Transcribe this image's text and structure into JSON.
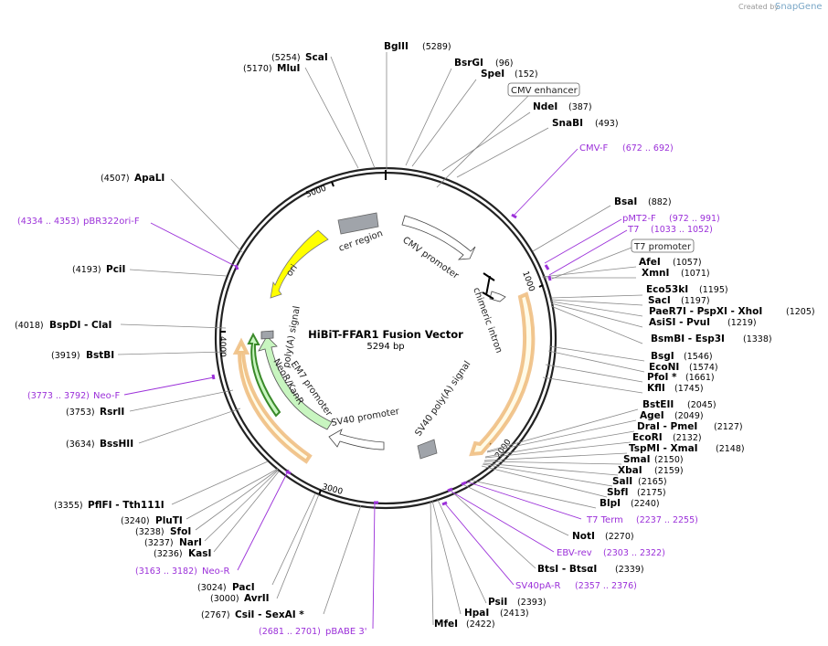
{
  "watermark": {
    "prefix": "Created by",
    "brand": "SnapGene"
  },
  "map": {
    "title": "HiBiT-FFAR1 Fusion Vector",
    "size": "5294 bp"
  },
  "ticks": [
    {
      "label": "1000"
    },
    {
      "label": "2000"
    },
    {
      "label": "3000"
    },
    {
      "label": "4000"
    },
    {
      "label": "5000"
    }
  ],
  "features": [
    {
      "label": "cer region"
    },
    {
      "label": "CMV promoter"
    },
    {
      "label": "chimeric intron"
    },
    {
      "label": "SV40 poly(A) signal"
    },
    {
      "label": "SV40 promoter"
    },
    {
      "label": "EM7 promoter"
    },
    {
      "label": "NeoR/KanR"
    },
    {
      "label": "poly(A) signal"
    },
    {
      "label": "ori"
    }
  ],
  "boxed_labels": [
    {
      "label": "CMV enhancer"
    },
    {
      "label": "T7 promoter"
    }
  ],
  "sites": [
    {
      "name": "BglII",
      "pos": "(5289)"
    },
    {
      "name": "BsrGI",
      "pos": "(96)"
    },
    {
      "name": "SpeI",
      "pos": "(152)"
    },
    {
      "name": "NdeI",
      "pos": "(387)"
    },
    {
      "name": "SnaBI",
      "pos": "(493)"
    },
    {
      "name": "BsaI",
      "pos": "(882)"
    },
    {
      "name": "AfeI",
      "pos": "(1057)"
    },
    {
      "name": "XmnI",
      "pos": "(1071)"
    },
    {
      "name": "Eco53kI",
      "pos": "(1195)"
    },
    {
      "name": "SacI",
      "pos": "(1197)"
    },
    {
      "name": "PaeR7I  - PspXI  - XhoI",
      "pos": "(1205)"
    },
    {
      "name": "AsiSI  - PvuI",
      "pos": "(1219)"
    },
    {
      "name": "BsmBI  - Esp3I",
      "pos": "(1338)"
    },
    {
      "name": "BsgI",
      "pos": "(1546)"
    },
    {
      "name": "EcoNI",
      "pos": "(1574)"
    },
    {
      "name": "PfoI *",
      "pos": "(1661)"
    },
    {
      "name": "KflI",
      "pos": "(1745)"
    },
    {
      "name": "BstEII",
      "pos": "(2045)"
    },
    {
      "name": "AgeI",
      "pos": "(2049)"
    },
    {
      "name": "DraI  - PmeI",
      "pos": "(2127)"
    },
    {
      "name": "EcoRI",
      "pos": "(2132)"
    },
    {
      "name": "TspMI  - XmaI",
      "pos": "(2148)"
    },
    {
      "name": "SmaI",
      "pos": "(2150)"
    },
    {
      "name": "XbaI",
      "pos": "(2159)"
    },
    {
      "name": "SalI",
      "pos": "(2165)"
    },
    {
      "name": "SbfI",
      "pos": "(2175)"
    },
    {
      "name": "BlpI",
      "pos": "(2240)"
    },
    {
      "name": "NotI",
      "pos": "(2270)"
    },
    {
      "name": "BtsI  - BtsαI",
      "pos": "(2339)"
    },
    {
      "name": "PsiI",
      "pos": "(2393)"
    },
    {
      "name": "HpaI",
      "pos": "(2413)"
    },
    {
      "name": "MfeI",
      "pos": "(2422)"
    },
    {
      "name": "CsiI  - SexAI *",
      "pos": "(2767)"
    },
    {
      "name": "AvrII",
      "pos": "(3000)"
    },
    {
      "name": "PacI",
      "pos": "(3024)"
    },
    {
      "name": "KasI",
      "pos": "(3236)"
    },
    {
      "name": "NarI",
      "pos": "(3237)"
    },
    {
      "name": "SfoI",
      "pos": "(3238)"
    },
    {
      "name": "PluTI",
      "pos": "(3240)"
    },
    {
      "name": "PflFI  - Tth111I",
      "pos": "(3355)"
    },
    {
      "name": "BssHII",
      "pos": "(3634)"
    },
    {
      "name": "RsrII",
      "pos": "(3753)"
    },
    {
      "name": "BstBI",
      "pos": "(3919)"
    },
    {
      "name": "BspDI  - ClaI",
      "pos": "(4018)"
    },
    {
      "name": "PciI",
      "pos": "(4193)"
    },
    {
      "name": "ApaLI",
      "pos": "(4507)"
    },
    {
      "name": "MluI",
      "pos": "(5170)"
    },
    {
      "name": "ScaI",
      "pos": "(5254)"
    }
  ],
  "primers": [
    {
      "name": "CMV-F",
      "pos": "(672 .. 692)"
    },
    {
      "name": "pMT2-F",
      "pos": "(972 .. 991)"
    },
    {
      "name": "T7",
      "pos": "(1033 .. 1052)"
    },
    {
      "name": "T7 Term",
      "pos": "(2237 .. 2255)"
    },
    {
      "name": "EBV-rev",
      "pos": "(2303 .. 2322)"
    },
    {
      "name": "SV40pA-R",
      "pos": "(2357 .. 2376)"
    },
    {
      "name": "pBABE 3'",
      "pos": "(2681 .. 2701)"
    },
    {
      "name": "Neo-R",
      "pos": "(3163 .. 3182)"
    },
    {
      "name": "Neo-F",
      "pos": "(3773 .. 3792)"
    },
    {
      "name": "pBR322ori-F",
      "pos": "(4334 .. 4353)"
    }
  ],
  "colors": {
    "ori": "#ffff00",
    "neo": "#c8f5c0",
    "intron_orf": "#e8a04a",
    "cer": "#a0a4aa",
    "primer": "#9b30d9"
  }
}
